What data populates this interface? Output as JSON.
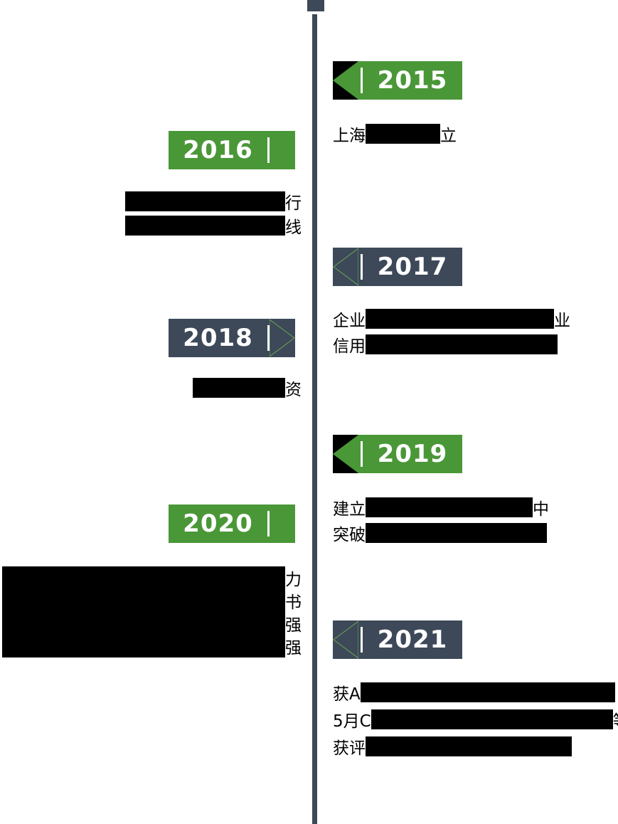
{
  "colors": {
    "green": "#4a9738",
    "dark_slate": "#3d4959",
    "redaction": "#000000",
    "year_text": "#ffffff"
  },
  "timeline": {
    "items": [
      {
        "year": "2015",
        "side": "right",
        "badge_color": "green",
        "lines": [
          {
            "pre": "上海",
            "post": "立"
          }
        ]
      },
      {
        "year": "2016",
        "side": "left",
        "badge_color": "green",
        "lines": [
          {
            "pre": "",
            "post": "行"
          },
          {
            "pre": "",
            "post": "线"
          }
        ]
      },
      {
        "year": "2017",
        "side": "right",
        "badge_color": "dark",
        "lines": [
          {
            "pre": "企业",
            "post": "业"
          },
          {
            "pre": "信用",
            "post": ""
          }
        ]
      },
      {
        "year": "2018",
        "side": "left",
        "badge_color": "dark",
        "lines": [
          {
            "pre": "",
            "post": "资"
          }
        ]
      },
      {
        "year": "2019",
        "side": "right",
        "badge_color": "green",
        "lines": [
          {
            "pre": "建立",
            "post": "中"
          },
          {
            "pre": "突破",
            "post": ""
          }
        ]
      },
      {
        "year": "2020",
        "side": "left",
        "badge_color": "green",
        "lines": [
          {
            "pre": "",
            "post": "力"
          },
          {
            "pre": "",
            "post": "书"
          },
          {
            "pre": "",
            "post": "强"
          },
          {
            "pre": "",
            "post": "强"
          }
        ]
      },
      {
        "year": "2021",
        "side": "right",
        "badge_color": "dark",
        "lines": [
          {
            "pre": "获A",
            "post": ""
          },
          {
            "pre": "5月C",
            "post": "等"
          },
          {
            "pre": "获评",
            "post": ""
          }
        ]
      }
    ]
  }
}
